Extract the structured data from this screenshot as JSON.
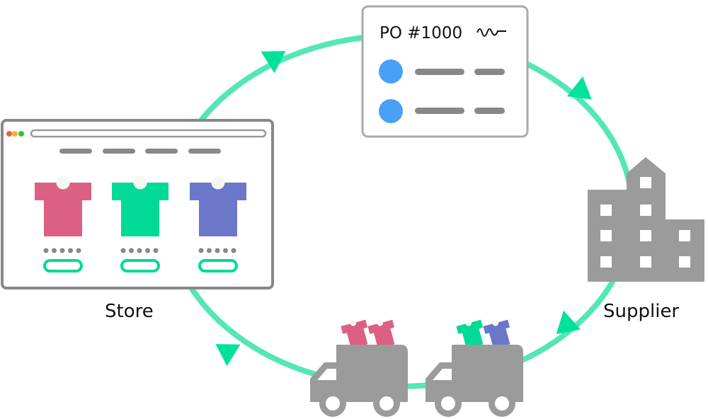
{
  "purchase_order": {
    "title": "PO #1000"
  },
  "store": {
    "label": "Store"
  },
  "supplier": {
    "label": "Supplier"
  },
  "colors": {
    "cycle": "#55e6b8",
    "gray": "#9a9b9a",
    "dark_gray": "#888888",
    "pink": "#dc6083",
    "green": "#00da94",
    "purple": "#6b77c9",
    "blue_dot": "#4a9ff7"
  },
  "icons": [
    "browser-window-icon",
    "tshirt-icon",
    "document-icon",
    "building-icon",
    "truck-icon",
    "arrow-icon"
  ]
}
